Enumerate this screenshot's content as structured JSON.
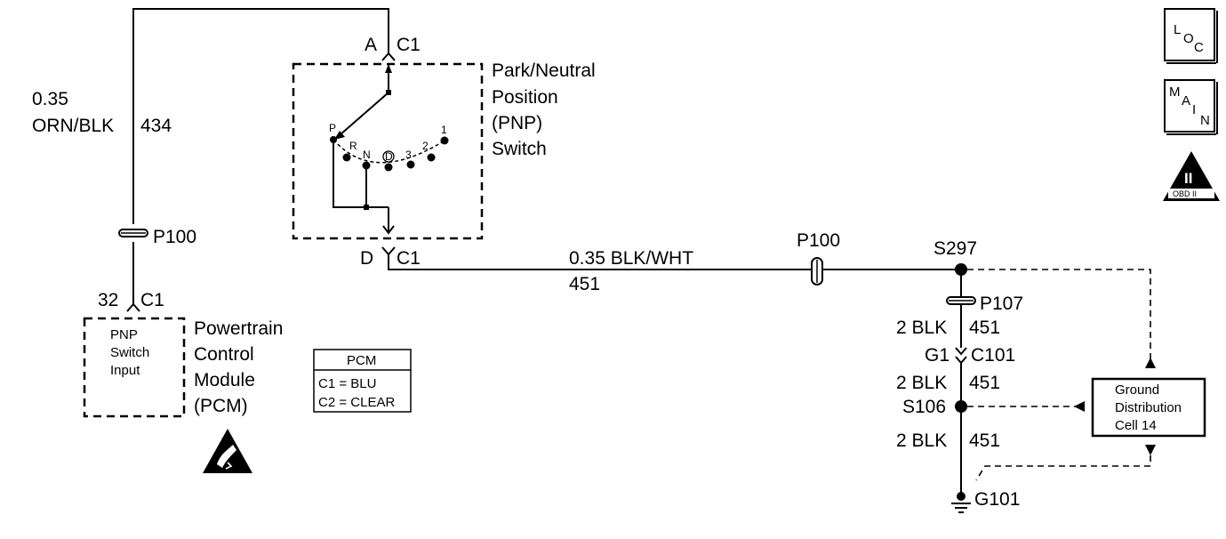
{
  "pnp_switch": {
    "connector_top_pin": "A",
    "connector_top": "C1",
    "connector_bottom_pin": "D",
    "connector_bottom": "C1",
    "name_lines": [
      "Park/Neutral",
      "Position",
      "(PNP)",
      "Switch"
    ],
    "positions": [
      "P",
      "R",
      "N",
      "D",
      "3",
      "2",
      "1"
    ]
  },
  "wire_434": {
    "gauge": "0.35",
    "color": "ORN/BLK",
    "circuit": "434"
  },
  "splice_p100_left": "P100",
  "pcm": {
    "pin": "32",
    "connector": "C1",
    "input_lines": [
      "PNP",
      "Switch",
      "Input"
    ],
    "name_lines": [
      "Powertrain",
      "Control",
      "Module",
      "(PCM)"
    ]
  },
  "pcm_table": {
    "title": "PCM",
    "rows": [
      "C1 = BLU",
      "C2 = CLEAR"
    ]
  },
  "wire_451_main": {
    "label": "0.35 BLK/WHT",
    "circuit": "451"
  },
  "inline_p100": "P100",
  "splice_s297": "S297",
  "connector_p107": "P107",
  "wire_451_a": {
    "label": "2 BLK",
    "circuit": "451"
  },
  "connector_c101": {
    "pin": "G1",
    "connector": "C101"
  },
  "wire_451_b": {
    "label": "2 BLK",
    "circuit": "451"
  },
  "splice_s106": "S106",
  "wire_451_c": {
    "label": "2 BLK",
    "circuit": "451"
  },
  "ground_g101": "G101",
  "ground_cell": {
    "lines": [
      "Ground",
      "Distribution",
      "Cell 14"
    ]
  },
  "badges": {
    "loc": [
      "L",
      "O",
      "C"
    ],
    "main": [
      "M",
      "A",
      "I",
      "N"
    ],
    "obd": {
      "numeral": "II",
      "caption": "OBD II"
    }
  }
}
